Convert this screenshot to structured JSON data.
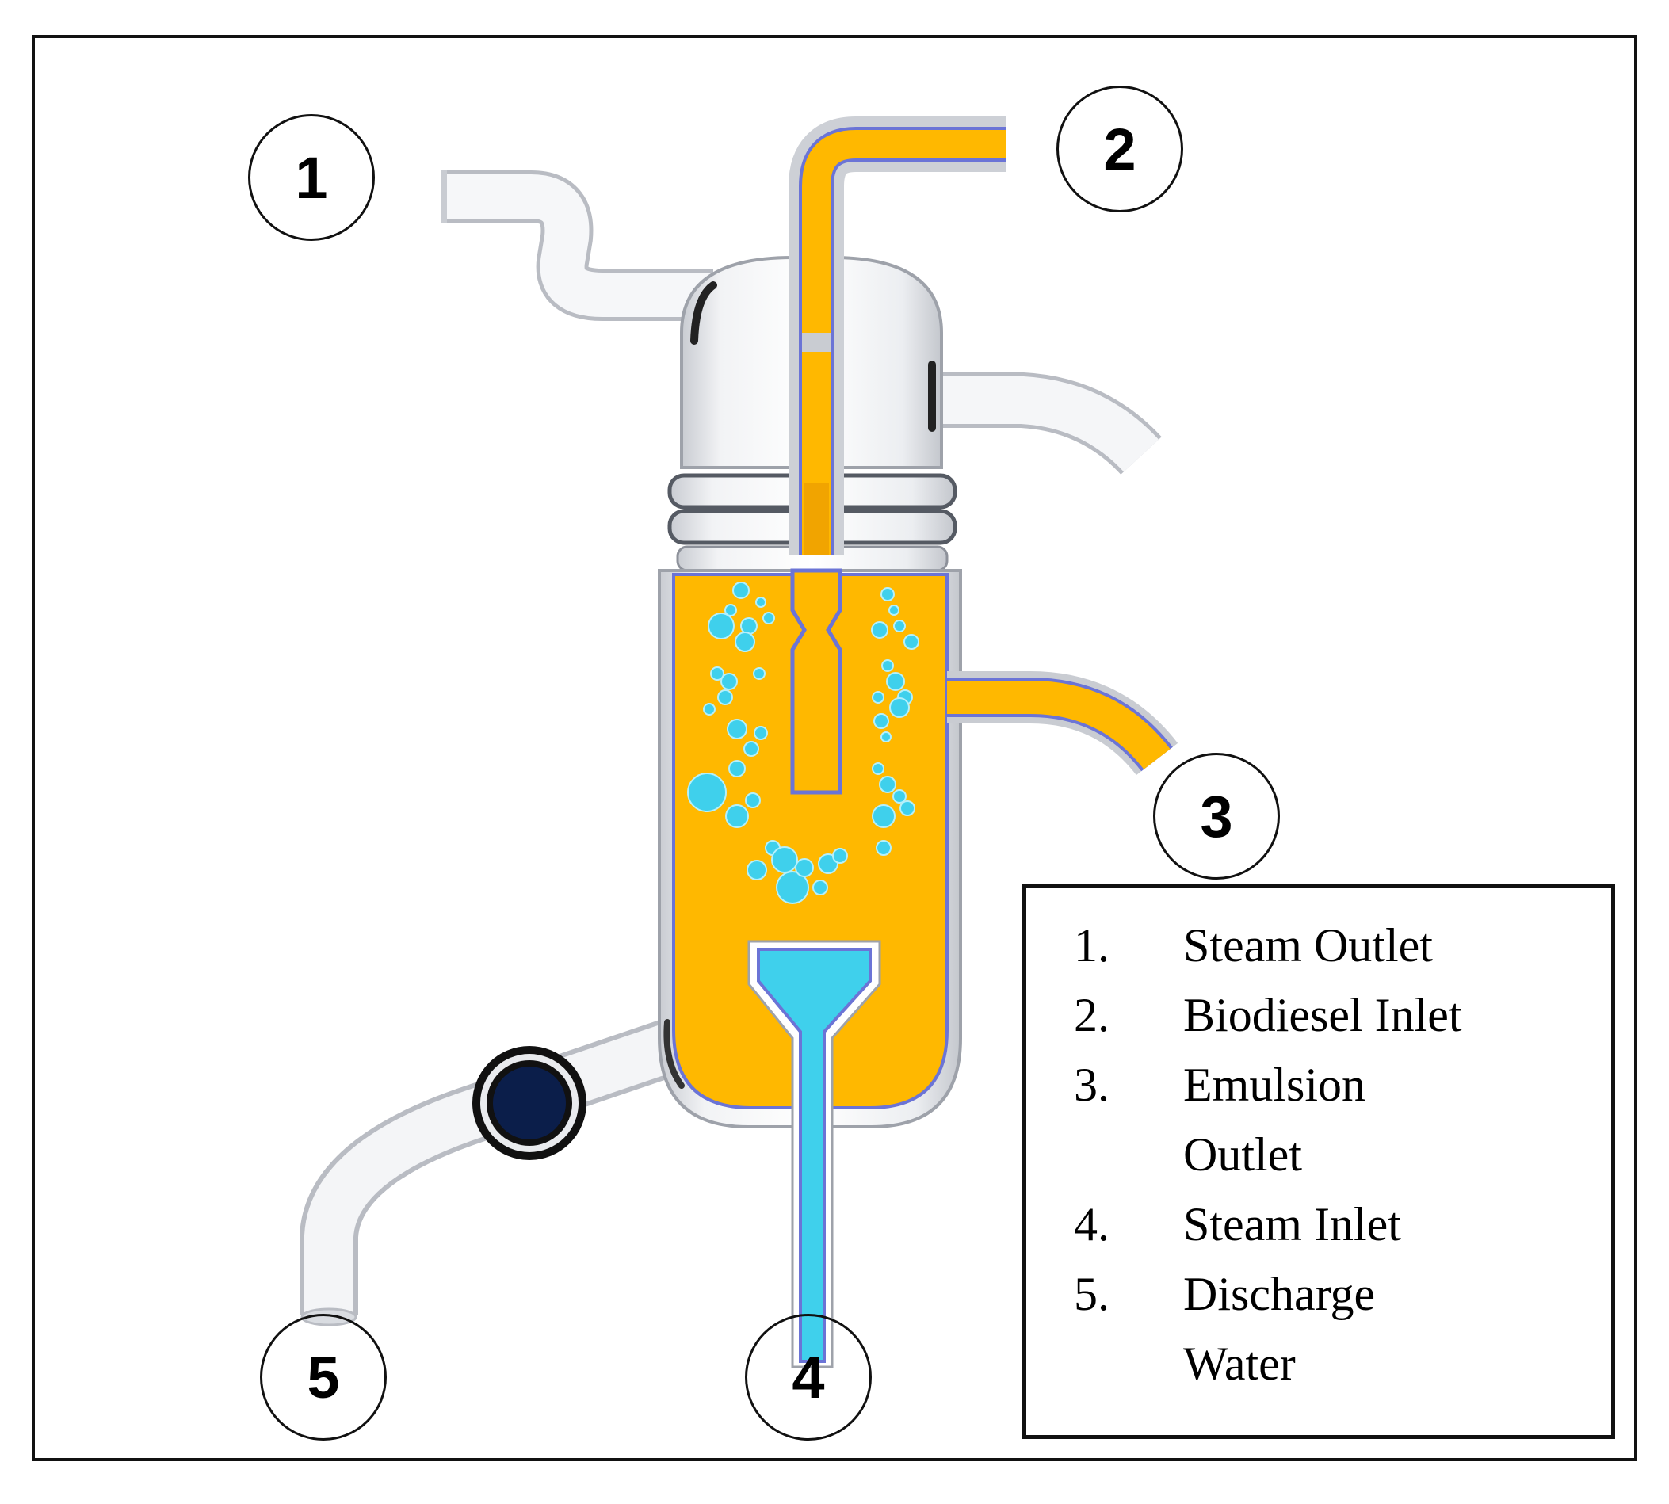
{
  "callouts": [
    {
      "number": "1"
    },
    {
      "number": "2"
    },
    {
      "number": "3"
    },
    {
      "number": "4"
    },
    {
      "number": "5"
    }
  ],
  "legend": {
    "items": [
      {
        "number": "1.",
        "label": "Steam Outlet"
      },
      {
        "number": "2.",
        "label": "Biodiesel Inlet"
      },
      {
        "number": "3.",
        "label": "Emulsion Outlet"
      },
      {
        "number": "4.",
        "label": "Steam Inlet"
      },
      {
        "number": "5.",
        "label": "Discharge Water"
      }
    ]
  },
  "colors": {
    "biodiesel": "#ffb800",
    "steam": "#3fd0ec",
    "glass": "#e4e6ea",
    "outline": "#6b74d6",
    "valve": "#0b1e4a",
    "frame": "#111111"
  }
}
